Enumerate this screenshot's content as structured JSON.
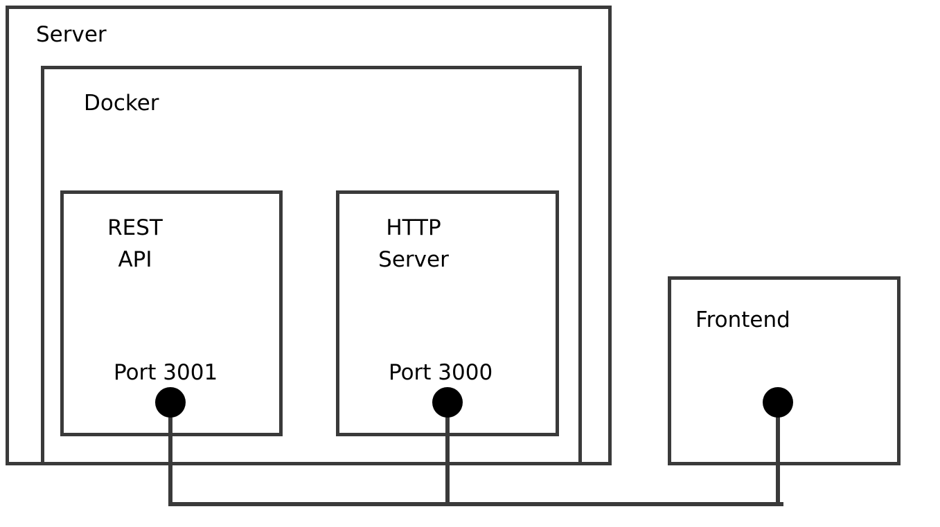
{
  "colors": {
    "stroke": "#3a3a3a",
    "node": "#000000",
    "text": "#000000",
    "background": "#ffffff"
  },
  "boxes": {
    "server": {
      "label": "Server"
    },
    "docker": {
      "label": "Docker"
    },
    "rest_api": {
      "label_line1": "REST",
      "label_line2": "API",
      "port_label": "Port 3001"
    },
    "http_server": {
      "label_line1": "HTTP",
      "label_line2": "Server",
      "port_label": "Port 3000"
    },
    "frontend": {
      "label": "Frontend"
    }
  },
  "connections": [
    {
      "from": "Port 3001",
      "to": "Frontend"
    },
    {
      "from": "Port 3000",
      "to": "Frontend"
    }
  ]
}
